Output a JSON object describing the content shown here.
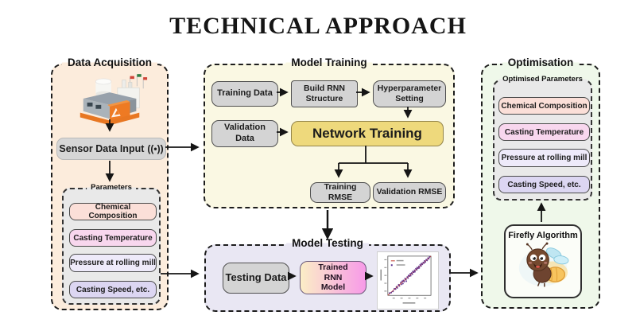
{
  "title": "TECHNICAL APPROACH",
  "palette": {
    "data_acquisition_bg": "#fcecdc",
    "model_training_bg": "#faf8e3",
    "model_testing_bg": "#e9e7f3",
    "optimisation_bg": "#eff8ea",
    "process_box_bg": "#d4d4d4",
    "network_training_bg": "#eed97c",
    "parameter_fills": [
      "#fbdfd8",
      "#f8d7ee",
      "#eeeafa",
      "#dcd6f2"
    ],
    "trained_model_gradient": [
      "#fbeec6",
      "#f79ae8"
    ],
    "arrow_color": "#151515"
  },
  "data_acquisition": {
    "label": "Data Acquisition",
    "factory_icon": "factory-icon",
    "sensor_box_label": "Sensor Data Input",
    "sensor_icon_glyph": "((•))",
    "parameters": {
      "label": "Parameters",
      "items": [
        "Chemical Composition",
        "Casting Temperature",
        "Pressure at rolling mill",
        "Casting Speed, etc."
      ]
    }
  },
  "model_training": {
    "label": "Model Training",
    "training_data": "Training Data",
    "build_rnn": "Build RNN\nStructure",
    "hyperparameter": "Hyperparameter\nSetting",
    "validation_data": "Validation\nData",
    "network_training": "Network Training",
    "training_rmse": "Training RMSE",
    "validation_rmse": "Validation RMSE"
  },
  "model_testing": {
    "label": "Model Testing",
    "testing_data": "Testing Data",
    "trained_model": "Trained\nRNN\nModel"
  },
  "optimisation": {
    "label": "Optimisation",
    "optimised_parameters": {
      "label": "Optimised Parameters",
      "items": [
        "Chemical Composition",
        "Casting Temperature",
        "Pressure at rolling mill",
        "Casting Speed, etc."
      ]
    },
    "firefly_label": "Firefly Algorithm",
    "firefly_icon": "firefly-mascot-icon"
  },
  "chart_data": {
    "type": "scatter",
    "description": "Tiny parity plot thumbnail: predicted vs actual values along a diagonal fit line (axis tick text illegible at source resolution)",
    "title": "",
    "xlabel": "",
    "ylabel": "",
    "xlim": [
      0,
      1
    ],
    "ylim": [
      0,
      1
    ],
    "fit_line": {
      "from": [
        0,
        0
      ],
      "to": [
        1,
        1
      ],
      "color": "#c0392b"
    },
    "point_color": "#5b2d8e",
    "points": [
      [
        0.04,
        0.06
      ],
      [
        0.08,
        0.07
      ],
      [
        0.12,
        0.1
      ],
      [
        0.15,
        0.17
      ],
      [
        0.18,
        0.16
      ],
      [
        0.2,
        0.22
      ],
      [
        0.22,
        0.19
      ],
      [
        0.25,
        0.27
      ],
      [
        0.27,
        0.24
      ],
      [
        0.3,
        0.33
      ],
      [
        0.32,
        0.28
      ],
      [
        0.33,
        0.36
      ],
      [
        0.35,
        0.3
      ],
      [
        0.36,
        0.38
      ],
      [
        0.38,
        0.35
      ],
      [
        0.4,
        0.43
      ],
      [
        0.42,
        0.4
      ],
      [
        0.43,
        0.36
      ],
      [
        0.45,
        0.47
      ],
      [
        0.47,
        0.44
      ],
      [
        0.48,
        0.51
      ],
      [
        0.5,
        0.49
      ],
      [
        0.52,
        0.55
      ],
      [
        0.53,
        0.5
      ],
      [
        0.55,
        0.57
      ],
      [
        0.57,
        0.54
      ],
      [
        0.58,
        0.61
      ],
      [
        0.6,
        0.59
      ],
      [
        0.62,
        0.64
      ],
      [
        0.63,
        0.6
      ],
      [
        0.65,
        0.68
      ],
      [
        0.67,
        0.65
      ],
      [
        0.68,
        0.71
      ],
      [
        0.7,
        0.69
      ],
      [
        0.72,
        0.74
      ],
      [
        0.73,
        0.7
      ],
      [
        0.75,
        0.78
      ],
      [
        0.77,
        0.75
      ],
      [
        0.78,
        0.81
      ],
      [
        0.8,
        0.79
      ],
      [
        0.82,
        0.84
      ],
      [
        0.84,
        0.82
      ],
      [
        0.85,
        0.88
      ],
      [
        0.87,
        0.85
      ],
      [
        0.89,
        0.91
      ],
      [
        0.91,
        0.89
      ],
      [
        0.93,
        0.95
      ],
      [
        0.95,
        0.93
      ],
      [
        0.97,
        0.98
      ]
    ]
  }
}
